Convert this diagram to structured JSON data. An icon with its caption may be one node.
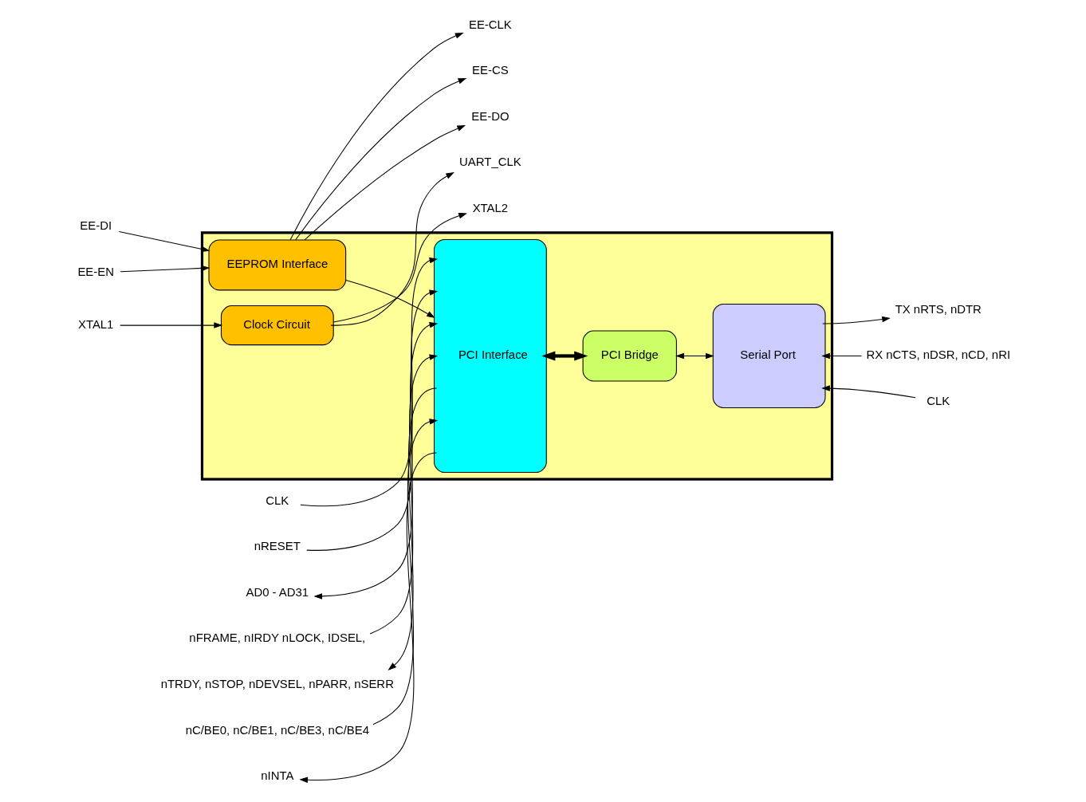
{
  "diagram": {
    "nodes": [
      {
        "text": [],
        "shape": "box"
      },
      {
        "text": [
          "PCI Interface"
        ],
        "in": 0
      },
      {
        "text": [
          "PCI Bridge"
        ],
        "in": 0
      },
      {
        "text": [
          "Serial Port"
        ],
        "in": 0
      },
      {
        "text": [
          "EEPROM Interface"
        ],
        "in": 0
      },
      {
        "text": [
          "Clock Circuit"
        ],
        "in": 0
      },
      {
        "text": [
          "CLK"
        ]
      },
      {
        "text": [
          "nRESET"
        ]
      },
      {
        "text": [
          "AD0 - AD31"
        ]
      },
      {
        "text": [
          "nFRAME, nIRDY nLOCK, IDSEL,"
        ]
      },
      {
        "text": [
          "nTRDY, nSTOP, nDEVSEL, nPARR, nSERR"
        ]
      },
      {
        "text": [
          "nC/BE0, nC/BE1, nC/BE3, nC/BE4"
        ]
      },
      {
        "text": [
          "nINTA"
        ]
      },
      {
        "text": [
          "TX nRTS, nDTR"
        ]
      },
      {
        "text": [
          "RX nCTS, nDSR, nCD, nRI"
        ]
      },
      {
        "text": [
          "CLK"
        ]
      },
      {
        "text": [
          "UART_CLK"
        ]
      },
      {
        "text": [
          "EE-CLK"
        ]
      },
      {
        "text": [
          "EE-CS"
        ]
      },
      {
        "text": [
          "EE-DO"
        ]
      },
      {
        "text": [
          "EE-DI"
        ]
      },
      {
        "text": [
          "EE-EN"
        ]
      },
      {
        "text": [
          "XTAL2"
        ]
      },
      {
        "text": [
          "XTAL1"
        ]
      }
    ],
    "edges": [
      {
        "from": 6,
        "to": 1,
        "arrow": "to"
      },
      {
        "from": 7,
        "to": 1,
        "arrow": "to"
      },
      {
        "from": 8,
        "to": 1,
        "arrow": "both"
      },
      {
        "from": 9,
        "to": 1,
        "arrow": "to"
      },
      {
        "from": 1,
        "to": 10,
        "arrow": "to"
      },
      {
        "from": 11,
        "to": 1,
        "arrow": "to"
      },
      {
        "from": 1,
        "to": 12,
        "arrow": "to"
      },
      {
        "from": 1,
        "to": 2,
        "arrow": "both",
        "style": "thick"
      },
      {
        "from": 2,
        "to": 3,
        "arrow": "both"
      },
      {
        "from": 3,
        "to": 13,
        "arrow": "to"
      },
      {
        "from": 14,
        "to": 3,
        "arrow": "to"
      },
      {
        "from": 15,
        "to": 3,
        "arrow": "to"
      },
      {
        "from": 4,
        "to": 1,
        "arrow": "to"
      },
      {
        "from": 5,
        "to": 16,
        "arrow": "to"
      },
      {
        "from": 4,
        "to": 17,
        "arrow": "to"
      },
      {
        "from": 4,
        "to": 18,
        "arrow": "to"
      },
      {
        "from": 4,
        "to": 19,
        "arrow": "to"
      },
      {
        "from": 20,
        "to": 4,
        "arrow": "to"
      },
      {
        "from": 21,
        "to": 4,
        "arrow": "to"
      },
      {
        "from": 5,
        "to": 22,
        "arrow": "to"
      },
      {
        "from": 23,
        "to": 5,
        "arrow": "to"
      }
    ]
  }
}
